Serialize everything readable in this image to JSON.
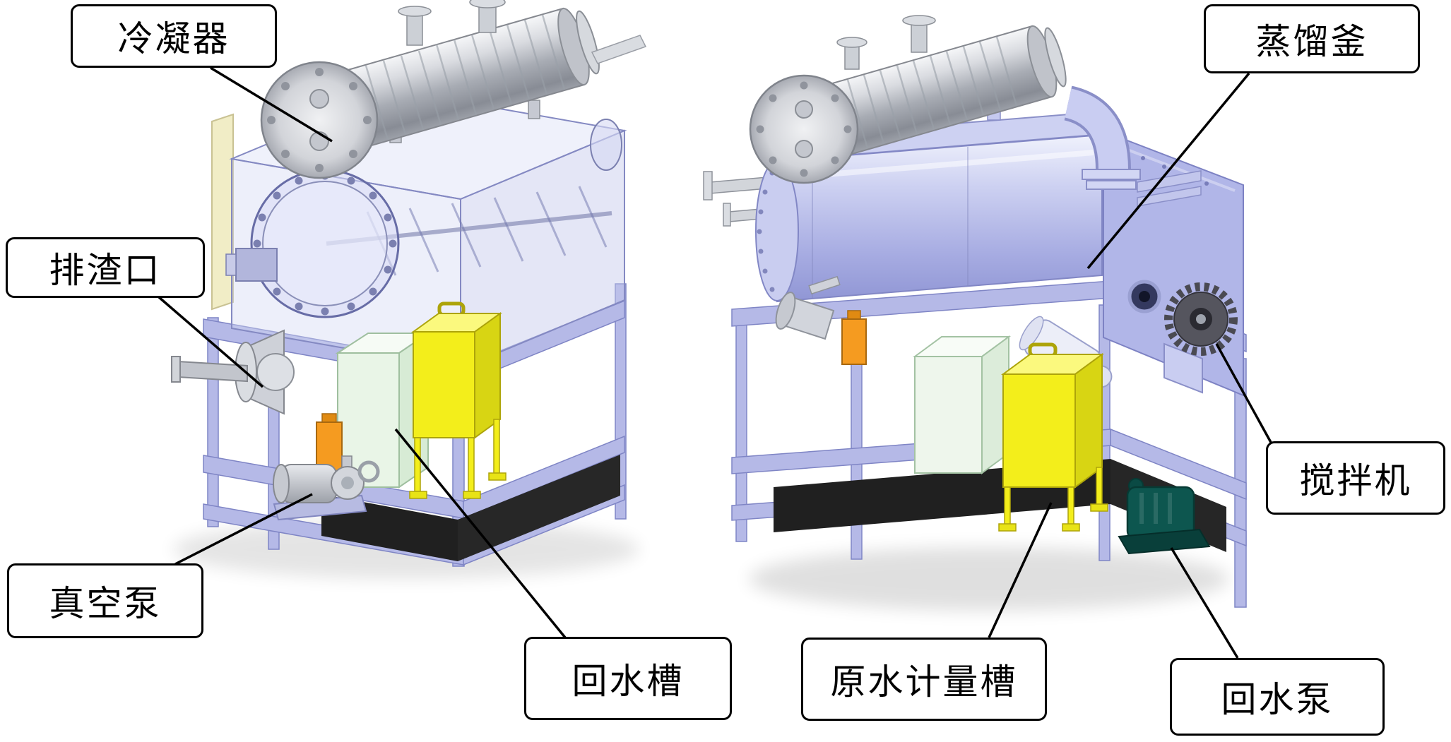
{
  "figure": {
    "type": "annotated-technical-diagram",
    "labels": [
      {
        "id": "condenser",
        "text": "冷凝器"
      },
      {
        "id": "slag-outlet",
        "text": "排渣口"
      },
      {
        "id": "vacuum-pump",
        "text": "真空泵"
      },
      {
        "id": "return-water-tank",
        "text": "回水槽"
      },
      {
        "id": "distillation-kettle",
        "text": "蒸馏釜"
      },
      {
        "id": "agitator",
        "text": "搅拌机"
      },
      {
        "id": "raw-water-metering-tank",
        "text": "原水计量槽"
      },
      {
        "id": "return-water-pump",
        "text": "回水泵"
      }
    ],
    "colors": {
      "background": "#ffffff",
      "callout_border": "#000000",
      "leader_line": "#000000",
      "frame": "#b5b9e7",
      "kettle": "#c9cdf0",
      "condenser": "#c6c9cf",
      "tank_yellow": "#f3ee1b",
      "tank_green": "#e9f5e7",
      "pump_teal": "#0d564f",
      "accent_orange": "#f59b20",
      "base_panel": "#202020",
      "cream_panel": "#f1edc6"
    }
  }
}
